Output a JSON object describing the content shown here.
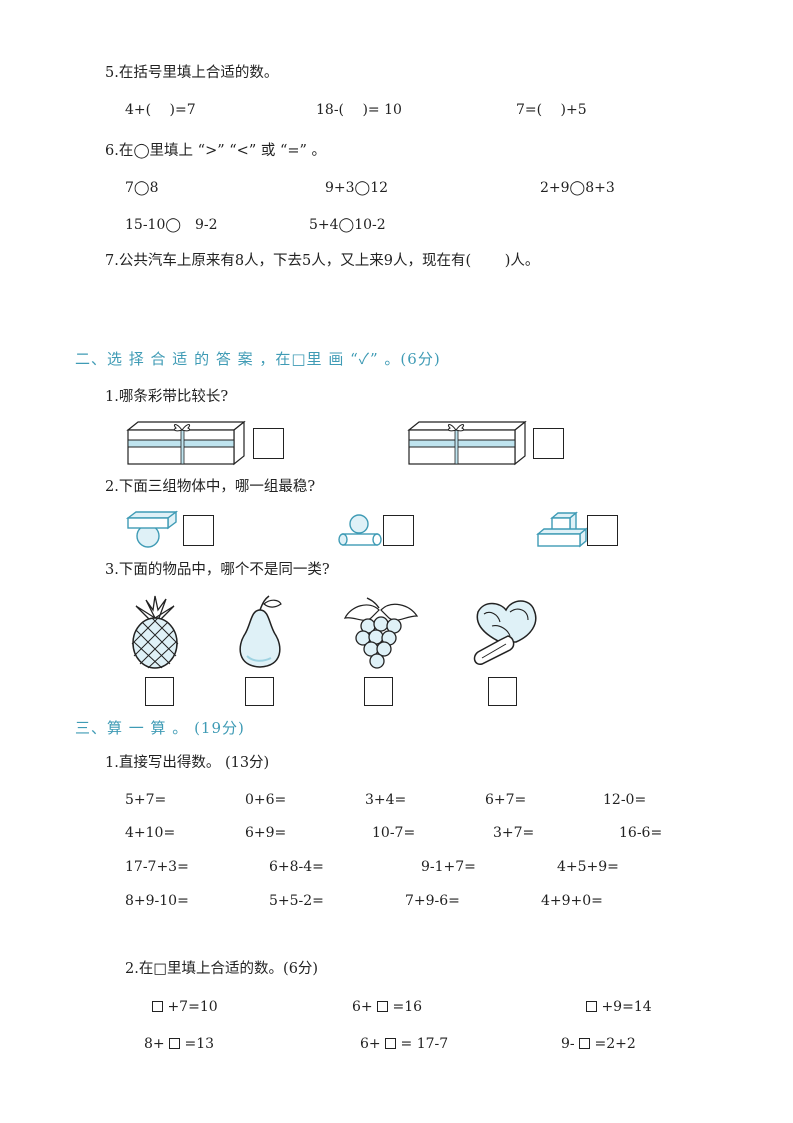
{
  "q5": {
    "title": "5.在括号里填上合适的数。",
    "items": [
      "4+(　 )=7",
      "18-(　 )= 10",
      "7=(　 )+5"
    ]
  },
  "q6": {
    "title": "6.在◯里填上 “>” “<” 或 “=” 。",
    "row1": [
      "7◯8",
      "9+3◯12",
      "2+9◯8+3"
    ],
    "row2": [
      "15-10◯　9-2",
      "5+4◯10-2"
    ]
  },
  "q7": {
    "title": "7.公共汽车上原来有8人，下去5人，又上来9人，现在有(　　 )人。"
  },
  "section2": {
    "title": "二、选 择 合 适 的 答 案 ，在□里 画 “✓” 。(6分)",
    "q1": "1.哪条彩带比较长?",
    "q2": "2.下面三组物体中，哪一组最稳?",
    "q3": "3.下面的物品中，哪个不是同一类?",
    "items_q3": [
      "pineapple-icon",
      "pear-icon",
      "grapes-icon",
      "cabbage-icon"
    ]
  },
  "section3": {
    "title": "三、算 一 算 。 (19分)",
    "q1": "1.直接写出得数。 (13分)",
    "rows": [
      [
        "5+7=",
        "0+6=",
        "3+4=",
        "6+7=",
        "12-0="
      ],
      [
        "4+10=",
        "6+9=",
        "10-7=",
        "3+7=",
        "16-6="
      ],
      [
        "17-7+3=",
        "6+8-4=",
        "9-1+7=",
        "4+5+9="
      ],
      [
        "8+9-10=",
        "5+5-2=",
        "7+9-6=",
        "4+9+0="
      ]
    ],
    "q2": "2.在□里填上合适的数。(6分)",
    "fill": [
      {
        "pre": "",
        "post": " +7=10"
      },
      {
        "pre": "6+ ",
        "post": " =16"
      },
      {
        "pre": "",
        "post": " +9=14"
      },
      {
        "pre": "8+ ",
        "post": " =13"
      },
      {
        "pre": "6+ ",
        "post": " = 17-7"
      },
      {
        "pre": "9- ",
        "post": " =2+2"
      }
    ]
  },
  "colors": {
    "accent": "#3f9bb5",
    "fill_light": "#dff1f7",
    "ink": "#222222"
  }
}
